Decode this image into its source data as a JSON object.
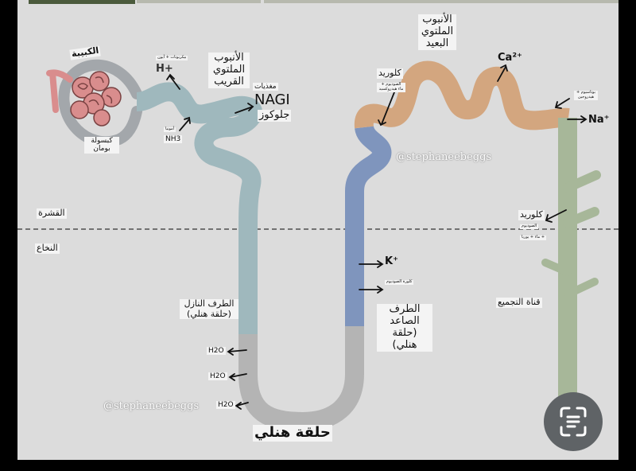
{
  "labels": {
    "glomerulus": "الكبيبة",
    "bowman_capsule": "كبسولة بومان",
    "pct": "الأنبوب الملتوي القريب",
    "nutrients": "مغذيات",
    "nagi": "NAGI",
    "glucose": "جلوكوز",
    "pct_secretion_small": "بيكربونات + أيون",
    "h_ion": "H+",
    "nh3": "NH3",
    "nh3_small": "أمونيا",
    "chloride_dct": "كلوريد",
    "chloride_dct_small": "الصوديوم + ماء هيدروكسيد",
    "dct": "الأنبوب الملتوي البعيد",
    "ca": "Ca²⁺",
    "na": "Na⁺",
    "na_small": "بوتاسيوم + هيدروجين",
    "cortex": "القشرة",
    "medulla": "النخاع",
    "chloride_cd": "كلوريد",
    "chloride_cd_small1": "الصوديوم",
    "chloride_cd_small2": "+ ماء + يوريا",
    "collecting_duct": "قناة التجميع",
    "k": "K⁺",
    "nacl_small": "كلورة الصوديوم",
    "ascending": "الطرف الصاعد (حلقة هنلي)",
    "descending": "الطرف النازل (حلقة هنلي)",
    "h2o_1": "H2O",
    "h2o_2": "H2O",
    "h2o_3": "H2O",
    "loop": "حلقة هنلي",
    "watermark": "@stephaneebeggs"
  },
  "colors": {
    "pct": "#9fb8bd",
    "descending": "#9fb8bd",
    "loop": "#b4b4b4",
    "ascending": "#7f95bd",
    "dct": "#d3a67f",
    "collecting_duct": "#a7b799",
    "glomerulus": "#d98d8d",
    "capsule": "#a3a7ab",
    "background": "#dcdcdc"
  },
  "icons": {
    "scan": "scan-text-icon"
  }
}
